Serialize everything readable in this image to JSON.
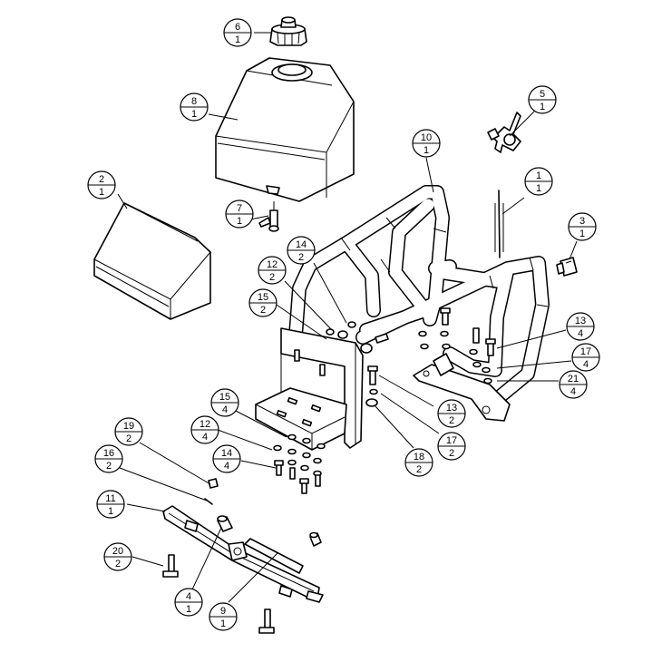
{
  "diagram": {
    "callouts": [
      {
        "id": "c6",
        "item": "6",
        "qty": "1"
      },
      {
        "id": "c8",
        "item": "8",
        "qty": "1"
      },
      {
        "id": "c5",
        "item": "5",
        "qty": "1"
      },
      {
        "id": "c10",
        "item": "10",
        "qty": "1"
      },
      {
        "id": "c2",
        "item": "2",
        "qty": "1"
      },
      {
        "id": "c7",
        "item": "7",
        "qty": "1"
      },
      {
        "id": "c1",
        "item": "1",
        "qty": "1"
      },
      {
        "id": "c3",
        "item": "3",
        "qty": "1"
      },
      {
        "id": "c14a",
        "item": "14",
        "qty": "2"
      },
      {
        "id": "c12a",
        "item": "12",
        "qty": "2"
      },
      {
        "id": "c15a",
        "item": "15",
        "qty": "2"
      },
      {
        "id": "c13a",
        "item": "13",
        "qty": "4"
      },
      {
        "id": "c17a",
        "item": "17",
        "qty": "4"
      },
      {
        "id": "c21",
        "item": "21",
        "qty": "4"
      },
      {
        "id": "c15b",
        "item": "15",
        "qty": "4"
      },
      {
        "id": "c13b",
        "item": "13",
        "qty": "2"
      },
      {
        "id": "c12b",
        "item": "12",
        "qty": "4"
      },
      {
        "id": "c19",
        "item": "19",
        "qty": "2"
      },
      {
        "id": "c17b",
        "item": "17",
        "qty": "2"
      },
      {
        "id": "c14b",
        "item": "14",
        "qty": "4"
      },
      {
        "id": "c18",
        "item": "18",
        "qty": "2"
      },
      {
        "id": "c16",
        "item": "16",
        "qty": "2"
      },
      {
        "id": "c11",
        "item": "11",
        "qty": "1"
      },
      {
        "id": "c20",
        "item": "20",
        "qty": "2"
      },
      {
        "id": "c4",
        "item": "4",
        "qty": "1"
      },
      {
        "id": "c9",
        "item": "9",
        "qty": "1"
      }
    ]
  }
}
